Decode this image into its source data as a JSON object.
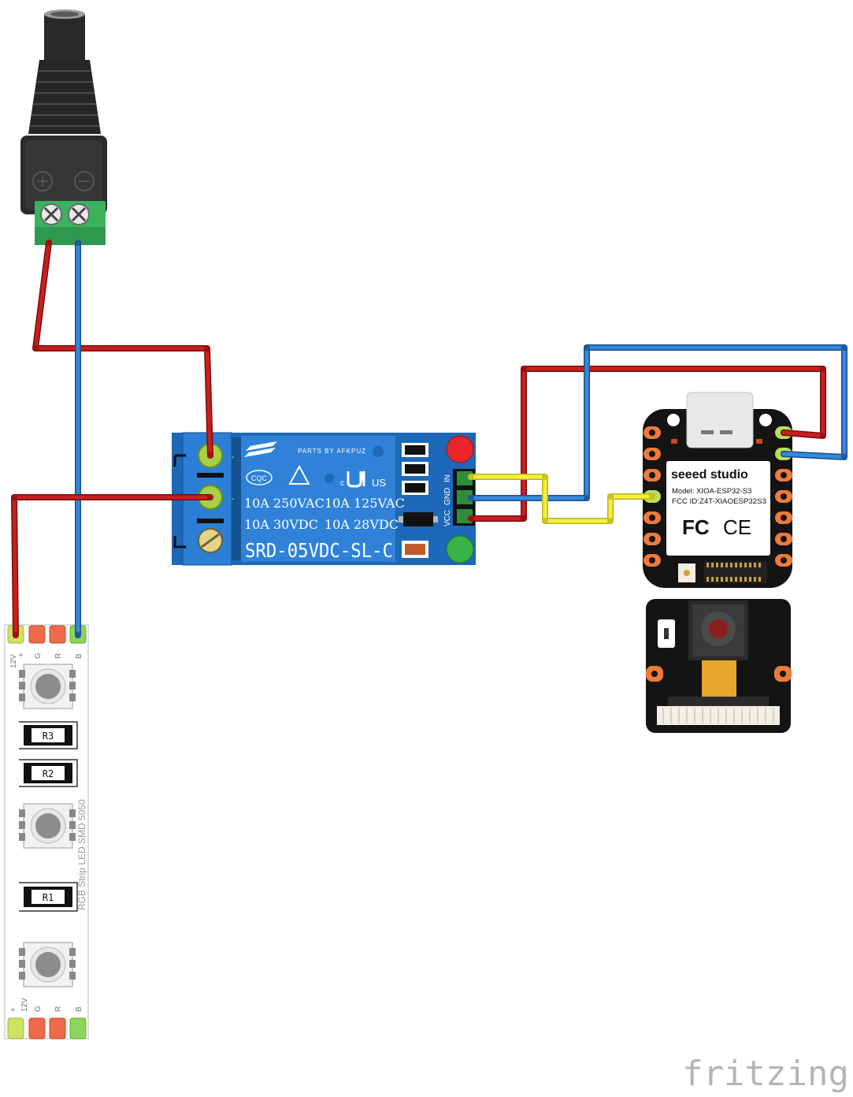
{
  "relay": {
    "brand": "PARTS BY AFKPUZ",
    "rating_1a": "10A 250VAC",
    "rating_1b": "10A 125VAC",
    "rating_2a": "10A  30VDC",
    "rating_2b": "10A  28VDC",
    "model": "SRD-05VDC-SL-C",
    "cqc": "CQC",
    "ul_c": "c",
    "ul_us": "US",
    "pin_in": "IN",
    "pin_gnd": "GND",
    "pin_vcc": "VCC"
  },
  "xiao": {
    "brand": "seeed studio",
    "model": "Model: XIOA-ESP32-S3",
    "fcc_id": "FCC ID:Z4T-XIAOESP32S3",
    "fc": "FC",
    "ce": "CE"
  },
  "strip": {
    "title": "RGB Strip LED SMD 5050",
    "pin_12v": "12V",
    "pin_plus": "+",
    "pin_g": "G",
    "pin_r": "R",
    "pin_b": "B",
    "r1": "R1",
    "r2": "R2",
    "r3": "R3"
  },
  "barrel": {
    "plus": "+",
    "minus": "−"
  },
  "watermark": "fritzing",
  "colors": {
    "wire_red": "#b81c1c",
    "wire_blue": "#2f7bd0",
    "wire_yellow": "#f1ec3a",
    "relay_blue": "#1d68b8",
    "terminal_green": "#3bb25e",
    "pcb_black": "#141414"
  }
}
